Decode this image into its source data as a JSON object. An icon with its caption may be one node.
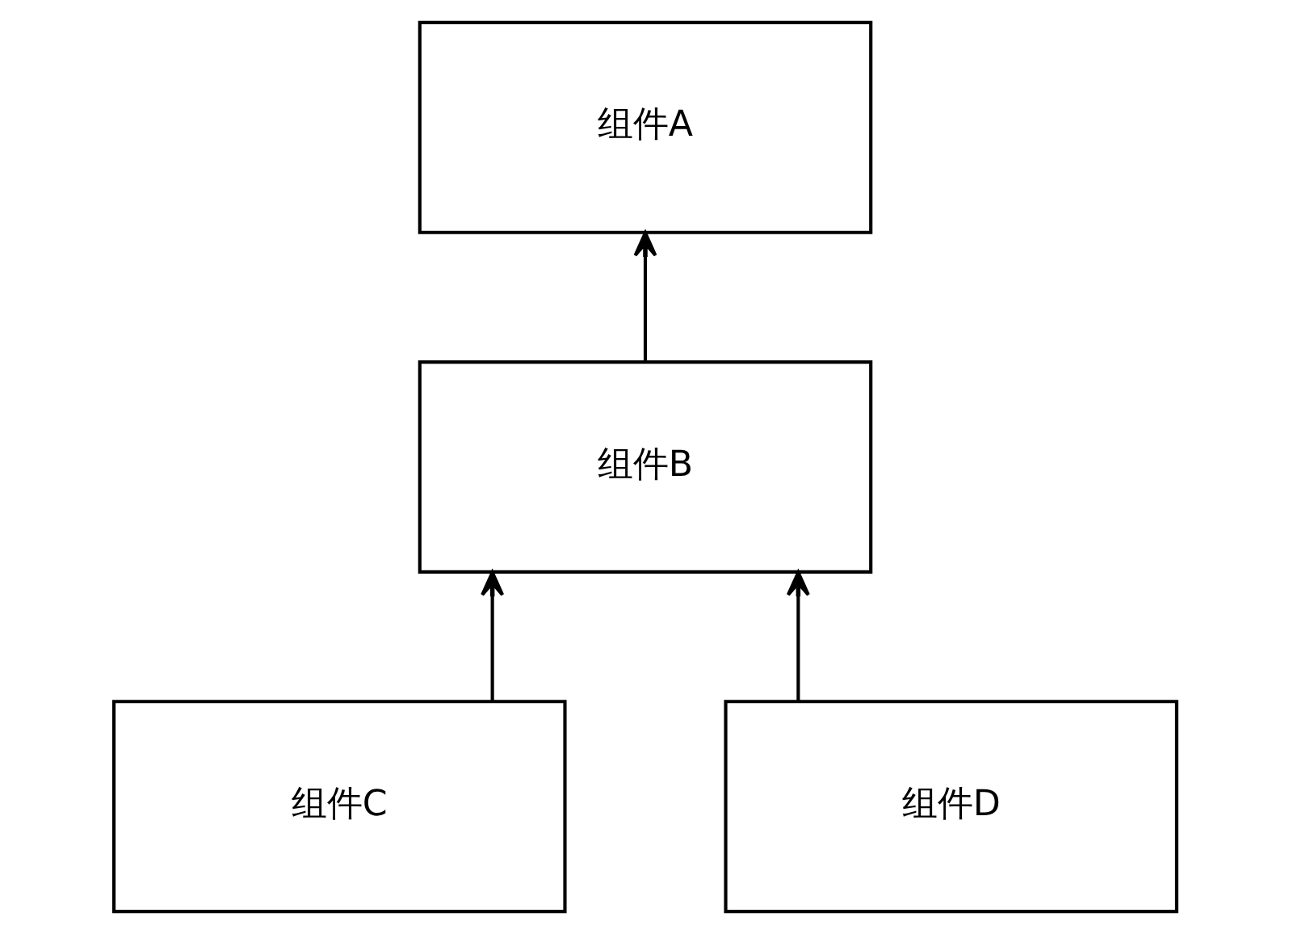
{
  "diagram": {
    "nodes": [
      {
        "text": [
          "组件A"
        ]
      },
      {
        "text": [
          "组件B"
        ]
      },
      {
        "text": [
          "组件C"
        ]
      },
      {
        "text": [
          "组件D"
        ]
      }
    ],
    "edges": [
      {
        "from": 1,
        "to": 0,
        "arrow": "to"
      },
      {
        "from": 2,
        "to": 1,
        "arrow": "to"
      },
      {
        "from": 3,
        "to": 1,
        "arrow": "to"
      }
    ]
  }
}
